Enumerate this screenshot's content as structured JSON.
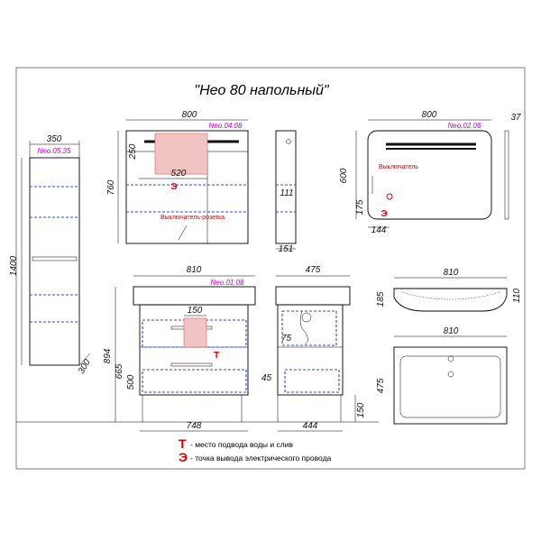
{
  "title": "\"Нео 80 напольный\"",
  "models": {
    "pencil": "Neo.05.35",
    "mirror_cabinet": "Neo.04.08",
    "mirror": "Neo.02.06",
    "vanity": "Neo.01.08"
  },
  "dims": {
    "pencil_w": "350",
    "pencil_h": "1400",
    "pencil_d": "300",
    "mc_w": "800",
    "mc_h": "760",
    "mc_250": "250",
    "mc_520": "520",
    "mc_111": "111",
    "mc_151": "151",
    "mir_w": "800",
    "mir_37": "37",
    "mir_h": "600",
    "mir_175": "175",
    "mir_144": "144",
    "van_w": "810",
    "van_d": "475",
    "van_150": "150",
    "van_894": "894",
    "van_665": "665",
    "van_500": "500",
    "van_748": "748",
    "side_75": "75",
    "side_45": "45",
    "side_444": "444",
    "side_150": "150",
    "basin_w": "810",
    "basin_185": "185",
    "basin_110": "110",
    "top_w": "810",
    "top_d": "475"
  },
  "labels": {
    "switch_socket": "Выключатель-розетка",
    "switch": "Выключатель",
    "t_marker": "Т",
    "e_marker": "Э"
  },
  "legend": [
    {
      "symbol": "Т",
      "text": "- место подвода воды и слив"
    },
    {
      "symbol": "Э",
      "text": "- точка вывода электрического провода"
    }
  ]
}
